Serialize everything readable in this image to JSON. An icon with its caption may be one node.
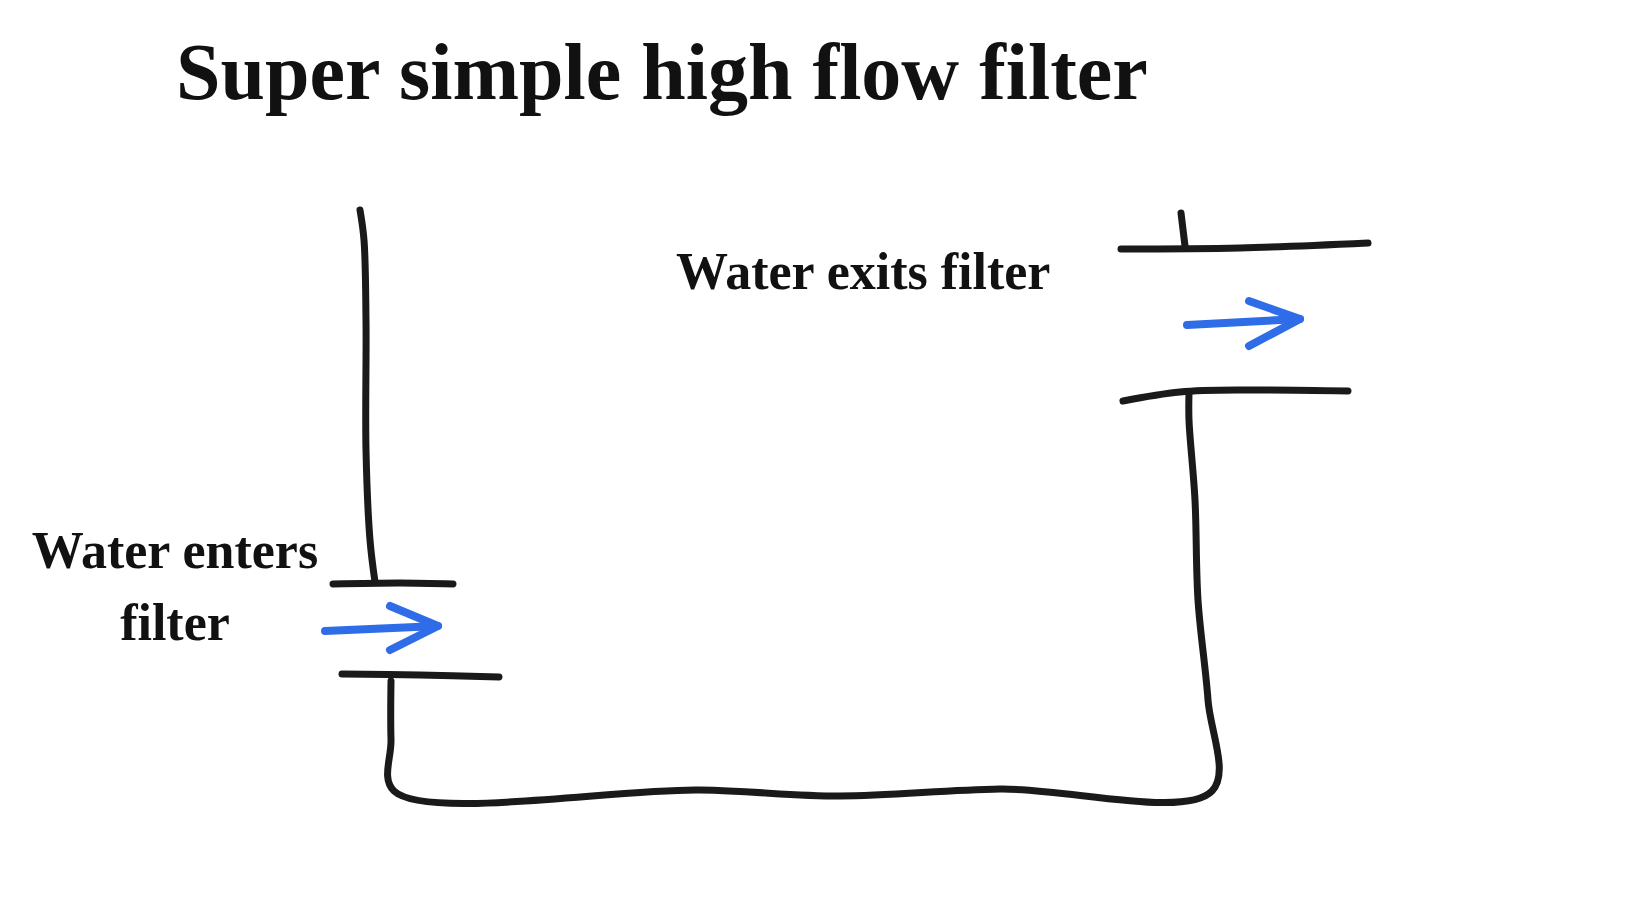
{
  "diagram": {
    "title": "Super simple high flow filter",
    "labels": [
      "Water exits filter",
      "Water enters filter"
    ]
  }
}
